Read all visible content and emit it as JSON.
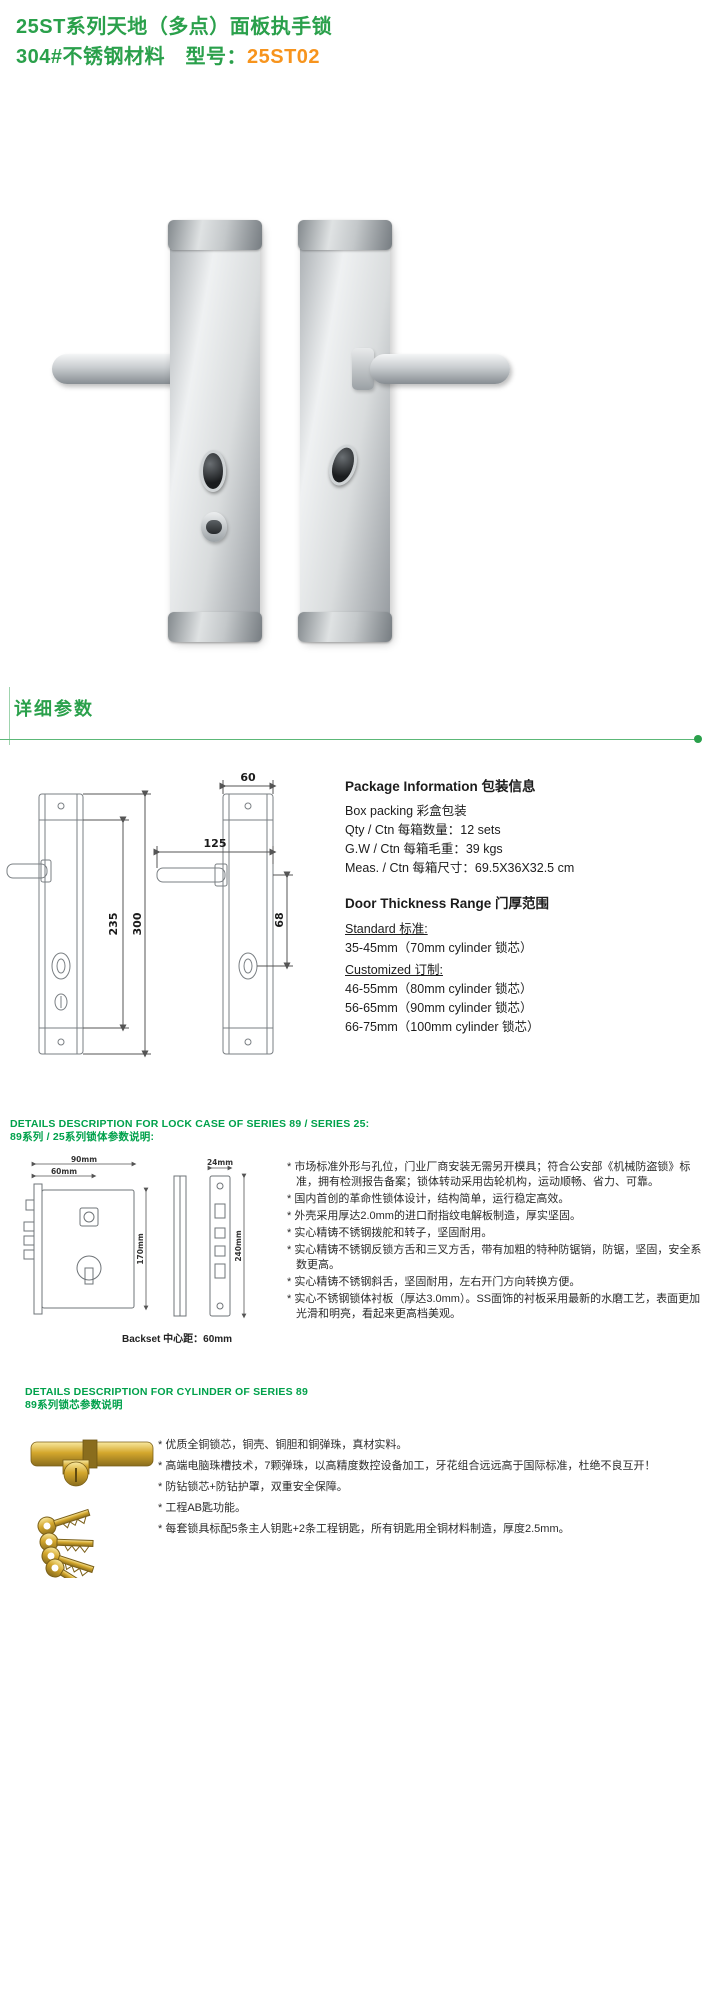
{
  "theme": {
    "green": "#2aa04b",
    "orange": "#f7941d",
    "red": "#e83a17",
    "steel": "#d9dcdd",
    "brass": "#d4a72c"
  },
  "header": {
    "line1": "25ST系列天地（多点）面板执手锁",
    "line2_prefix": "304#不锈钢材料　型号：",
    "model": "25ST02"
  },
  "params_section": {
    "title": "详细参数"
  },
  "drawing": {
    "dims": {
      "top_width": "60",
      "handle_length": "125",
      "inner_height": "235",
      "total_height": "300",
      "cylinder_offset": "68"
    }
  },
  "package_info": {
    "title": "Package  Information 包装信息",
    "lines": [
      "Box packing 彩盒包装",
      "Qty / Ctn 每箱数量：12 sets",
      "G.W / Ctn 每箱毛重：39 kgs",
      "Meas. / Ctn 每箱尺寸：69.5X36X32.5 cm"
    ],
    "door_title": "Door Thickness Range 门厚范围",
    "standard_label": "Standard 标准:",
    "standard_value": "35-45mm（70mm cylinder 锁芯）",
    "customized_label": "Customized 订制:",
    "customized_values": [
      "46-55mm（80mm cylinder 锁芯）",
      "56-65mm（90mm cylinder 锁芯）",
      "66-75mm（100mm cylinder 锁芯）"
    ]
  },
  "lock_case": {
    "title_line1": "DETAILS DESCRIPTION FOR LOCK CASE OF SERIES 89 / SERIES 25:",
    "title_line2": "89系列 / 25系列锁体参数说明:",
    "dims": {
      "width": "90mm",
      "backset": "60mm",
      "faceplate_width": "24mm",
      "body_height": "170mm",
      "faceplate_height": "240mm"
    },
    "backset_note": "Backset 中心距：60mm",
    "bullets": [
      "* 市场标准外形与孔位，门业厂商安装无需另开模具；符合公安部《机械防盗锁》标准，拥有检测报告备案；锁体转动采用齿轮机构，运动顺畅、省力、可靠。",
      "* 国内首创的革命性锁体设计，结构简单，运行稳定高效。",
      "* 外壳采用厚达2.0mm的进口耐指纹电解板制造，厚实坚固。",
      "* 实心精铸不锈钢拨舵和转子，坚固耐用。",
      "* 实心精铸不锈钢反锁方舌和三叉方舌，带有加粗的特种防锯销，防锯，坚固，安全系数更高。",
      "* 实心精铸不锈钢斜舌，坚固耐用，左右开门方向转换方便。",
      "* 实心不锈钢锁体衬板（厚达3.0mm）。SS面饰的衬板采用最新的水磨工艺，表面更加光滑和明亮，看起来更高档美观。"
    ]
  },
  "cylinder": {
    "title_line1": "DETAILS DESCRIPTION FOR CYLINDER OF SERIES 89",
    "title_line2": "89系列锁芯参数说明",
    "bullets": [
      "* 优质全铜锁芯，铜壳、铜胆和铜弹珠，真材实料。",
      "* 高端电脑珠槽技术，7颗弹珠，以高精度数控设备加工，牙花组合远远高于国际标准，杜绝不良互开！",
      "* 防钻锁芯+防钻护罩，双重安全保障。",
      "* 工程AB匙功能。",
      "* 每套锁具标配5条主人钥匙+2条工程钥匙，所有钥匙用全铜材料制造，厚度2.5mm。"
    ]
  }
}
